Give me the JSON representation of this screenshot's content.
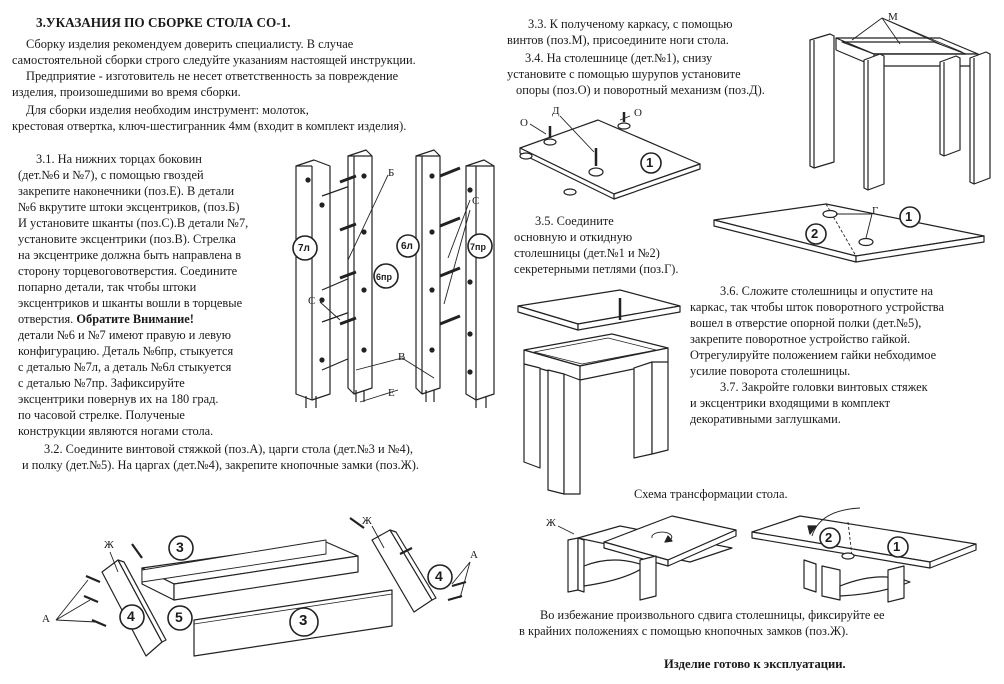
{
  "title": "3.УКАЗАНИЯ ПО СБОРКЕ СТОЛА СО-1.",
  "intro": [
    "Сборку изделия рекомендуем доверить специалисту. В случае",
    "самостоятельной сборки строго следуйте указаниям настоящей инструкции.",
    "Предприятие - изготовитель не несет ответственность за повреждение",
    "изделия, произошедшими во время сборки.",
    "Для сборки изделия необходим инструмент: молоток,",
    "крестовая отвертка, ключ-шестигранник 4мм (входит в комплект изделия)."
  ],
  "step31": [
    "3.1. На нижних торцах боковин",
    "(дет.№6 и №7), с помощью гвоздей",
    "закрепите наконечники (поз.Е). В детали",
    "№6 вкрутите штоки эксцентриков, (поз.Б)",
    "И установите шканты (поз.С).В детали №7,",
    " установите эксцентрики (поз.В). Стрелка",
    "на эксцентрике должна быть направлена в",
    "сторону торцевоговотверстия. Соедините",
    "попарно детали, так чтобы штоки",
    "эксцентриков и шканты вошли в торцевые"
  ],
  "step31_warn_prefix": "отверстия. ",
  "step31_warn_bold": "Обратите Внимание!",
  "step31b": [
    "детали №6 и №7 имеют правую и левую",
    "конфигурацию. Деталь №6пр, стыкуется",
    "с деталью №7л, а деталь №6л стыкуется",
    "с деталью №7пр. Зафиксируйте",
    "эксцентрики повернув их на 180 град.",
    "по часовой стрелке. Полученые",
    "конструкции являются ногами стола."
  ],
  "step32": [
    "3.2. Соедините винтовой стяжкой (поз.А), царги стола (дет.№3 и №4),",
    "и полку (дет.№5). На царгах (дет.№4), закрепите кнопочные замки (поз.Ж)."
  ],
  "step33": [
    "3.3. К полученому каркасу, с помощью",
    "винтов (поз.М), присоедините ноги стола."
  ],
  "step34": [
    "3.4. На столешнице (дет.№1), снизу",
    "установите с помощью шурупов установите",
    "опоры (поз.О) и поворотный механизм (поз.Д)."
  ],
  "step35": [
    "3.5. Соедините",
    "основную и откидную",
    "столешницы (дет.№1 и №2)",
    "секретерными петлями (поз.Г)."
  ],
  "step36": [
    "3.6. Сложите столешницы и опустите на",
    "каркас, так чтобы шток поворотного устройства",
    "вошел в отверстие опорной полки (дет.№5),",
    "закрепите поворотное устройство гайкой.",
    "Отрегулируйте положением гайки небходимое",
    "усилие поворота столешницы."
  ],
  "step37": [
    "3.7. Закройте головки винтовых стяжек",
    "и эксцентрики входящими в комплект",
    "декоративными заглушками."
  ],
  "scheme_caption": "Схема трансформации стола.",
  "warning": [
    "Во избежание произвольного сдвига столешницы, фиксируйте ее",
    "в крайних положениях с помощью кнопочных замков (поз.Ж)."
  ],
  "final": "Изделие  готово к эксплуатации.",
  "labels": {
    "b": "Б",
    "c": "С",
    "v": "В",
    "e": "Е",
    "m": "М",
    "o": "О",
    "d": "Д",
    "g": "Г",
    "a": "А",
    "zh": "Ж",
    "p7l": "7л",
    "p6l": "6л",
    "p6pr": "6пр",
    "p7pr": "7пр",
    "n1": "1",
    "n2": "2",
    "n3": "3",
    "n4": "4",
    "n5": "5"
  }
}
